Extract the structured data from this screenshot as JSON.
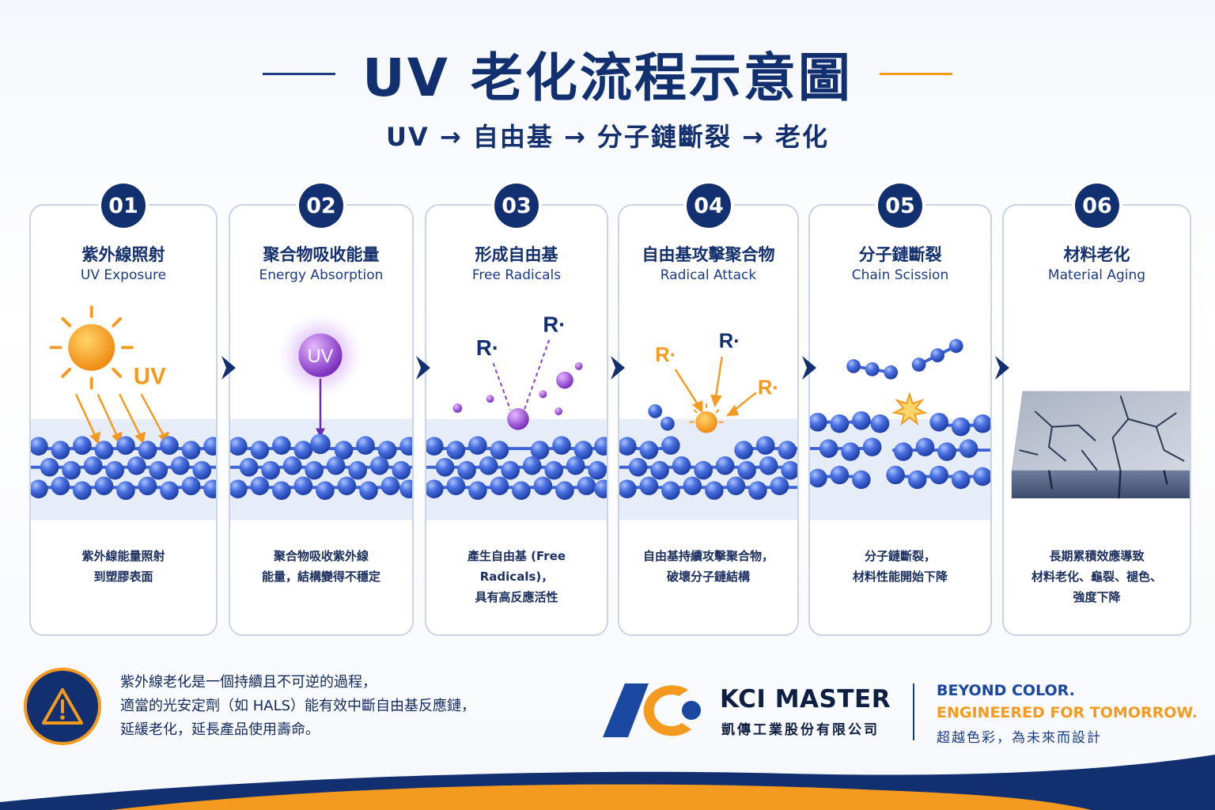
{
  "header": {
    "title": "UV 老化流程示意圖",
    "subtitle": "UV → 自由基 → 分子鏈斷裂 → 老化"
  },
  "steps": [
    {
      "number": "01",
      "title_cn": "紫外線照射",
      "title_en": "UV Exposure",
      "uv_label": "UV",
      "desc": [
        "紫外線能量照射",
        "到塑膠表面"
      ]
    },
    {
      "number": "02",
      "title_cn": "聚合物吸收能量",
      "title_en": "Energy Absorption",
      "uv_label": "UV",
      "desc": [
        "聚合物吸收紫外線",
        "能量，結構變得不穩定"
      ]
    },
    {
      "number": "03",
      "title_cn": "形成自由基",
      "title_en": "Free Radicals",
      "radical_label": "R·",
      "desc": [
        "產生自由基 (Free Radicals)，",
        "具有高反應活性"
      ]
    },
    {
      "number": "04",
      "title_cn": "自由基攻擊聚合物",
      "title_en": "Radical Attack",
      "radical_label": "R·",
      "desc": [
        "自由基持續攻擊聚合物，",
        "破壞分子鏈結構"
      ]
    },
    {
      "number": "05",
      "title_cn": "分子鏈斷裂",
      "title_en": "Chain Scission",
      "desc": [
        "分子鏈斷裂，",
        "材料性能開始下降"
      ]
    },
    {
      "number": "06",
      "title_cn": "材料老化",
      "title_en": "Material Aging",
      "desc": [
        "長期累積效應導致",
        "材料老化、龜裂、褪色、",
        "強度下降"
      ]
    }
  ],
  "note": {
    "icon": "warning-icon",
    "lines": [
      "紫外線老化是一個持續且不可逆的過程，",
      "適當的光安定劑（如 HALS）能有效中斷自由基反應鏈，",
      "延緩老化，延長產品使用壽命。"
    ]
  },
  "brand": {
    "name": "KCI MASTER",
    "name_cn": "凱傳工業股份有限公司",
    "slogan_en_1": "BEYOND COLOR.",
    "slogan_en_2": "ENGINEERED FOR TOMORROW.",
    "slogan_cn": "超越色彩，為未來而設計"
  },
  "colors": {
    "navy": "#12306f",
    "orange": "#f39a1f",
    "molecule": "#3d63d6",
    "radical": "#8a3fc4"
  }
}
